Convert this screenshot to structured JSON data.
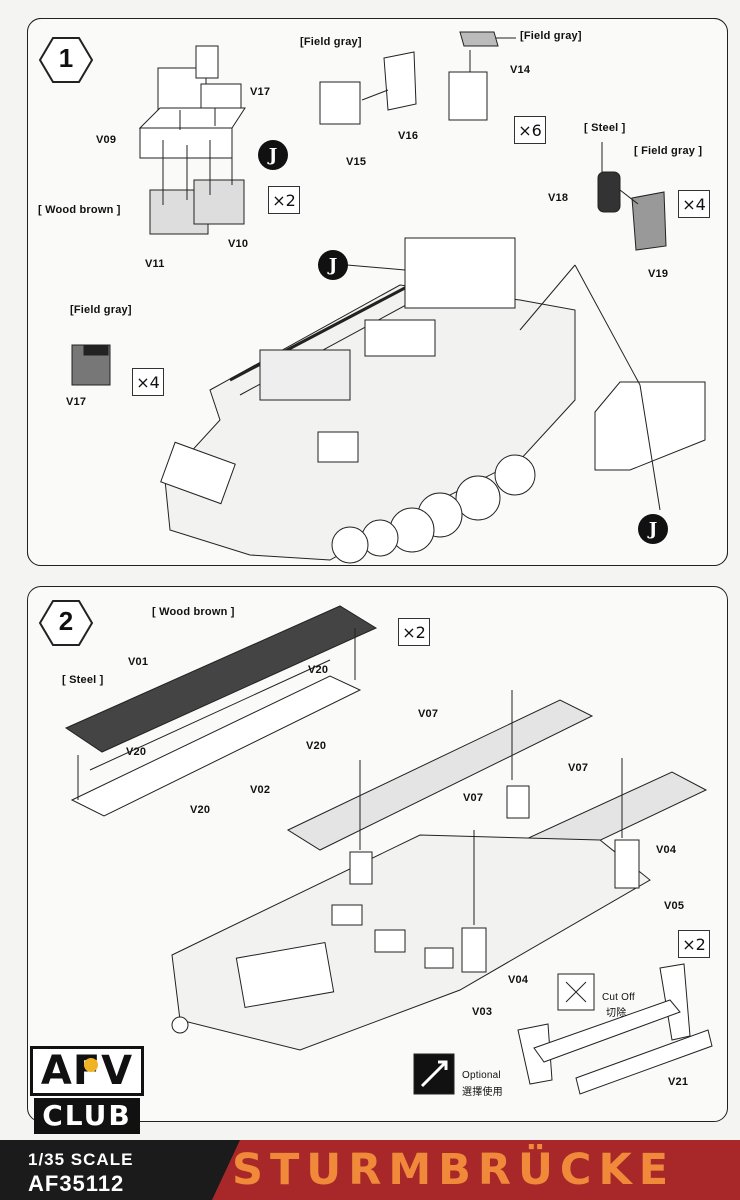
{
  "step1": {
    "number": "1",
    "labels": {
      "field_gray_1": "[Field gray]",
      "field_gray_2": "[Field gray]",
      "field_gray_3": "[ Field gray ]",
      "field_gray_4": "[Field gray]",
      "wood_brown": "[ Wood brown ]",
      "steel": "[ Steel ]",
      "v09": "V09",
      "v10": "V10",
      "v11": "V11",
      "v14": "V14",
      "v15": "V15",
      "v16": "V16",
      "v17a": "V17",
      "v17b": "V17",
      "v18": "V18",
      "v19": "V19"
    },
    "mult": {
      "m2": "×2",
      "m6": "×6",
      "m4a": "×4",
      "m4b": "×4"
    },
    "j": {
      "j1": "J",
      "j2": "J",
      "j3": "J"
    }
  },
  "step2": {
    "number": "2",
    "labels": {
      "wood_brown": "[ Wood brown ]",
      "steel": "[ Steel ]",
      "v01": "V01",
      "v02": "V02",
      "v20a": "V20",
      "v20b": "V20",
      "v20c": "V20",
      "v20d": "V20",
      "v07a": "V07",
      "v07b": "V07",
      "v07c": "V07",
      "v04a": "V04",
      "v04b": "V04",
      "v05": "V05",
      "v03": "V03",
      "v21": "V21",
      "cut_off": "Cut Off",
      "cut_off_cn": "切除",
      "optional": "Optional",
      "optional_cn": "選擇使用"
    },
    "mult": {
      "m2a": "×2",
      "m2b": "×2"
    }
  },
  "logo": {
    "top": "AFV",
    "bottom": "CLUB"
  },
  "footer": {
    "scale": "1/35 SCALE",
    "code": "AF35112",
    "title": "STURMBRÜCKE"
  }
}
